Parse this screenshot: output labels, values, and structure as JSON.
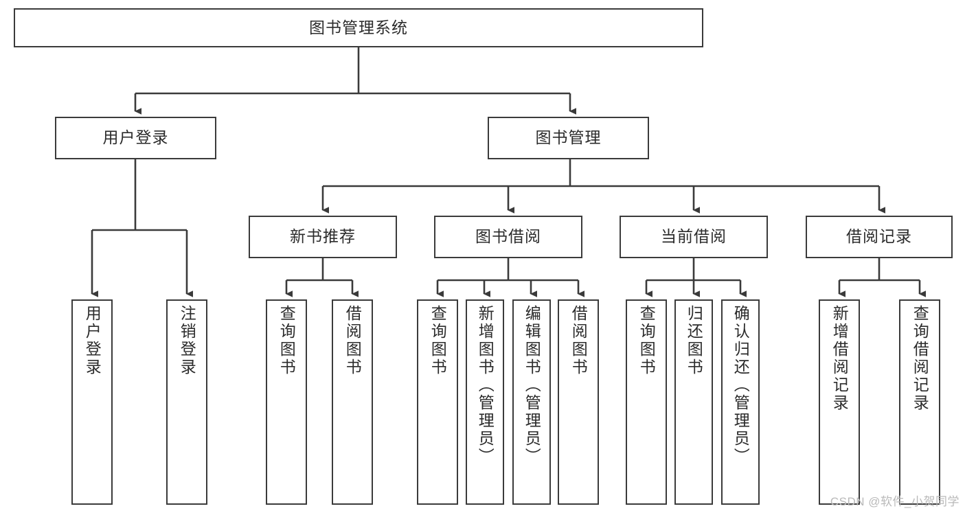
{
  "diagram": {
    "title": "图书管理系统",
    "type": "hierarchy-tree",
    "root": {
      "id": "root",
      "label": "图书管理系统"
    },
    "level2": [
      {
        "id": "user-login",
        "label": "用户登录"
      },
      {
        "id": "book-manage",
        "label": "图书管理"
      }
    ],
    "level3": [
      {
        "id": "new-book-rec",
        "label": "新书推荐",
        "parent": "book-manage"
      },
      {
        "id": "book-borrow",
        "label": "图书借阅",
        "parent": "book-manage"
      },
      {
        "id": "current-borrow",
        "label": "当前借阅",
        "parent": "book-manage"
      },
      {
        "id": "borrow-record",
        "label": "借阅记录",
        "parent": "book-manage"
      }
    ],
    "leaves": [
      {
        "id": "leaf-user-login",
        "label": "用户登录",
        "parent": "user-login"
      },
      {
        "id": "leaf-logout",
        "label": "注销登录",
        "parent": "user-login"
      },
      {
        "id": "leaf-query-book-1",
        "label": "查询图书",
        "parent": "new-book-rec"
      },
      {
        "id": "leaf-borrow-book-1",
        "label": "借阅图书",
        "parent": "new-book-rec"
      },
      {
        "id": "leaf-query-book-2",
        "label": "查询图书",
        "parent": "book-borrow"
      },
      {
        "id": "leaf-add-book",
        "label": "新增图书（管理员）",
        "parent": "book-borrow"
      },
      {
        "id": "leaf-edit-book",
        "label": "编辑图书（管理员）",
        "parent": "book-borrow"
      },
      {
        "id": "leaf-borrow-book-2",
        "label": "借阅图书",
        "parent": "book-borrow"
      },
      {
        "id": "leaf-query-book-3",
        "label": "查询图书",
        "parent": "current-borrow"
      },
      {
        "id": "leaf-return-book",
        "label": "归还图书",
        "parent": "current-borrow"
      },
      {
        "id": "leaf-confirm-return",
        "label": "确认归还（管理员）",
        "parent": "current-borrow"
      },
      {
        "id": "leaf-add-record",
        "label": "新增借阅记录",
        "parent": "borrow-record"
      },
      {
        "id": "leaf-query-record",
        "label": "查询借阅记录",
        "parent": "borrow-record"
      }
    ]
  },
  "watermark": {
    "text": "CSDN @软件_小贺同学"
  },
  "colors": {
    "border": "#3a3a3a",
    "text": "#2b2b2b",
    "background": "#ffffff",
    "watermark": "#b9b9b9"
  }
}
